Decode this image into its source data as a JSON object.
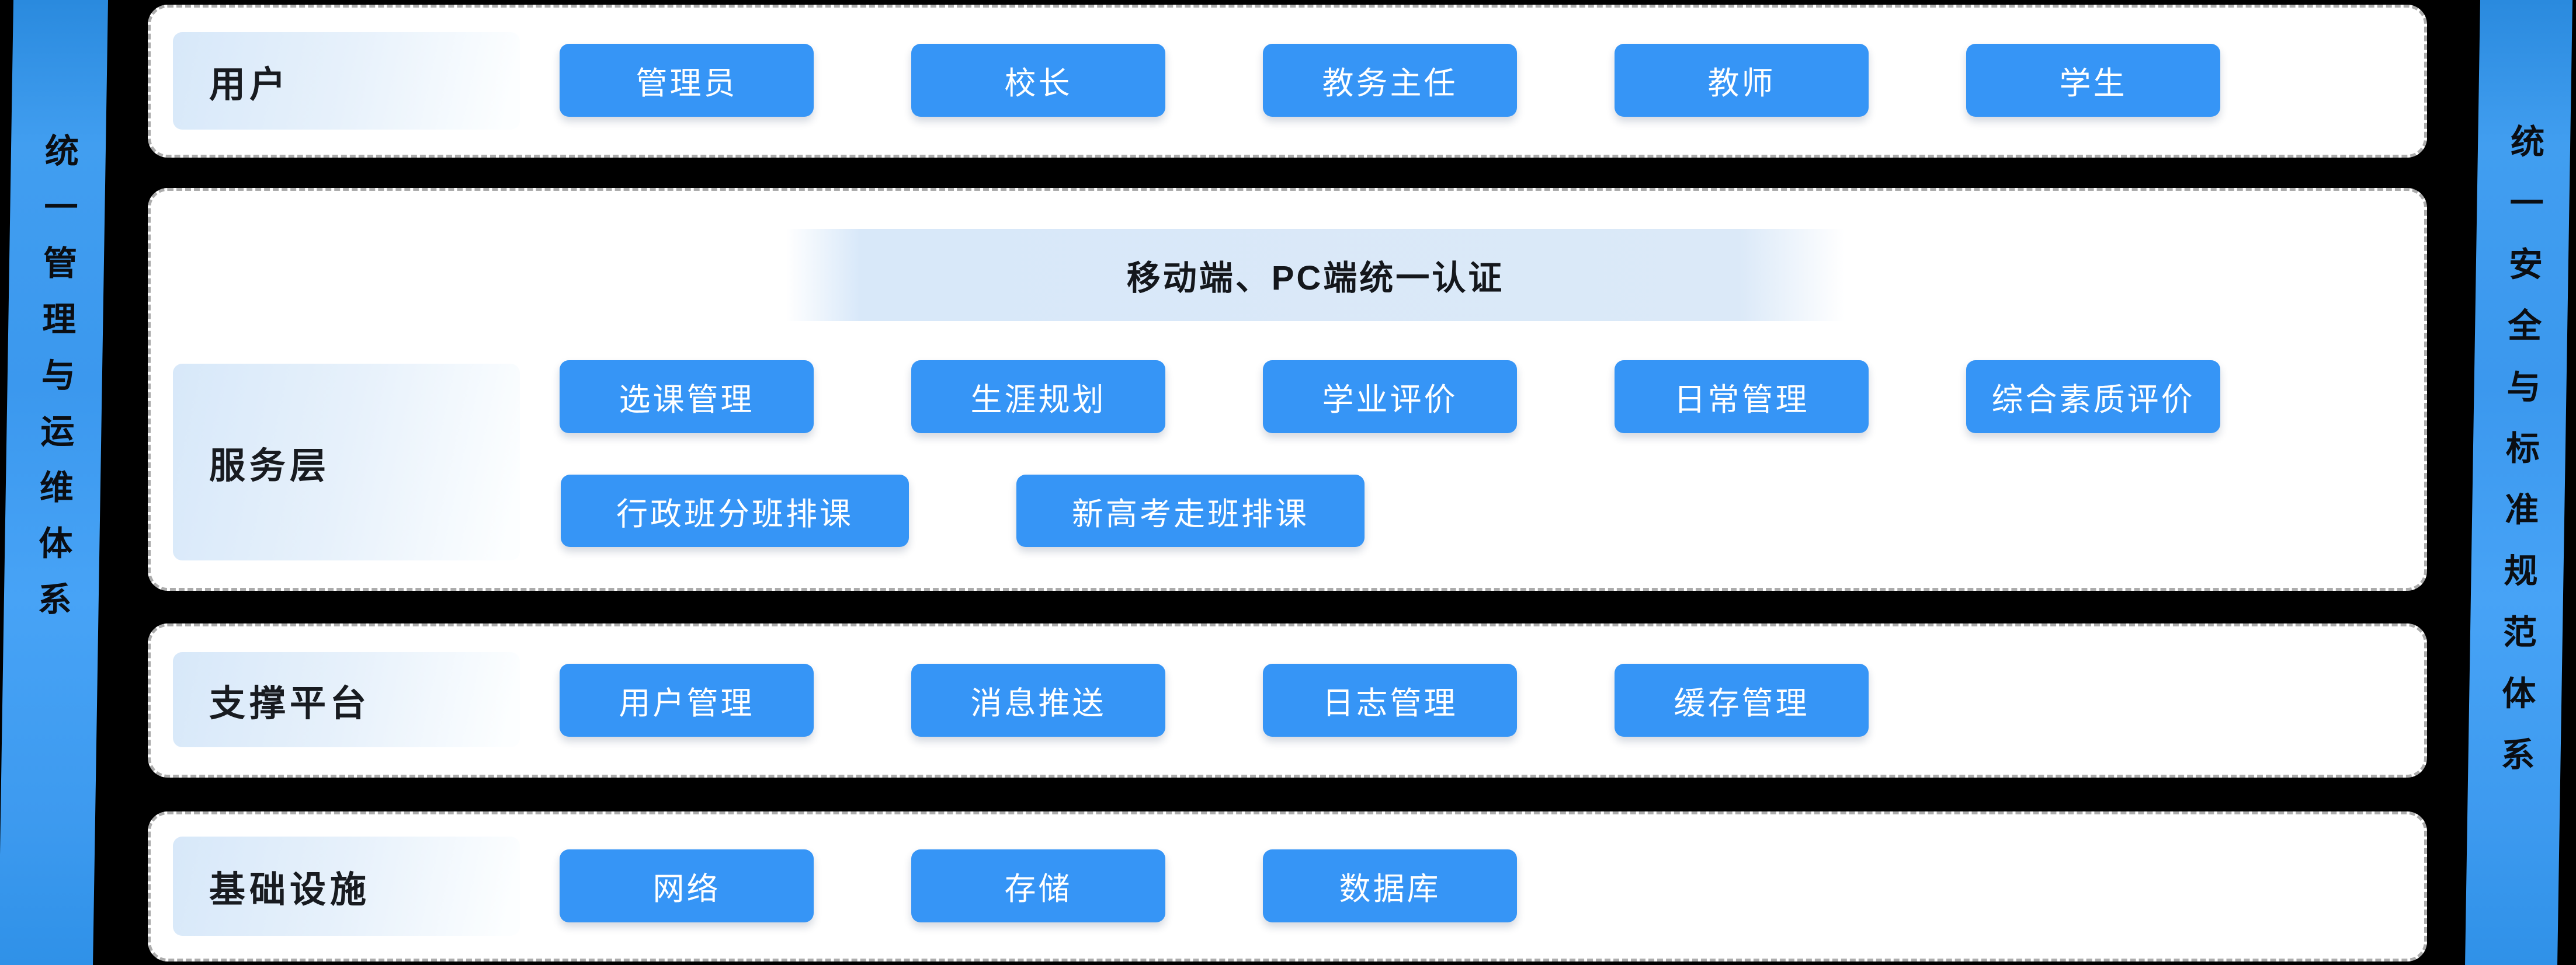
{
  "colors": {
    "background": "#000000",
    "chip_blue": "#3695f6",
    "chip_text": "#ffffff",
    "panel_fill": "#ffffff",
    "panel_dash_border": "#acacac",
    "label_block_gradient_start": "#d7e8f9",
    "banner_blue": "#d8e8f9",
    "ribbon_blue": "#3f9df0",
    "ribbon_text": "#0b0e13",
    "label_text": "#181b20"
  },
  "sidebars": {
    "left": {
      "label": "统一管理与运维体系"
    },
    "right": {
      "label": "统一安全与标准规范体系"
    }
  },
  "rows": [
    {
      "label": "用户",
      "buttons": [
        "管理员",
        "校长",
        "教务主任",
        "教师",
        "学生"
      ]
    },
    {
      "label": "服务层",
      "banner": "移动端、PC端统一认证",
      "buttons_row1": [
        "选课管理",
        "生涯规划",
        "学业评价",
        "日常管理",
        "综合素质评价"
      ],
      "buttons_row2": [
        "行政班分班排课",
        "新高考走班排课"
      ]
    },
    {
      "label": "支撑平台",
      "buttons": [
        "用户管理",
        "消息推送",
        "日志管理",
        "缓存管理"
      ]
    },
    {
      "label": "基础设施",
      "buttons": [
        "网络",
        "存储",
        "数据库"
      ]
    }
  ]
}
